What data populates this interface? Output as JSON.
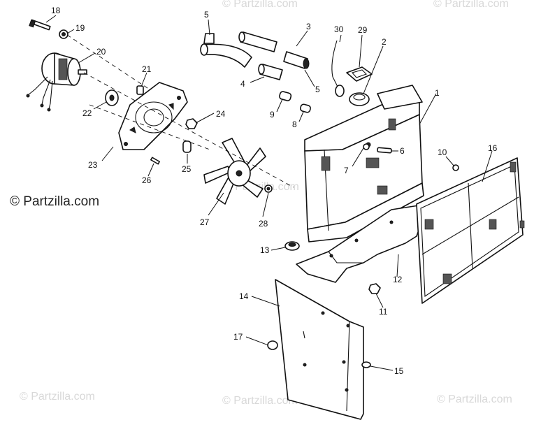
{
  "watermark": {
    "main": "© Partzilla.com",
    "faint": "© Partzilla.com"
  },
  "callouts": {
    "p1": "1",
    "p2": "2",
    "p3": "3",
    "p4": "4",
    "p5a": "5",
    "p5b": "5",
    "p6": "6",
    "p7": "7",
    "p8": "8",
    "p9": "9",
    "p10": "10",
    "p11": "11",
    "p12": "12",
    "p13": "13",
    "p14": "14",
    "p15": "15",
    "p16": "16",
    "p17": "17",
    "p18": "18",
    "p19": "19",
    "p20": "20",
    "p21": "21",
    "p22": "22",
    "p23": "23",
    "p24": "24",
    "p25": "25",
    "p26": "26",
    "p27": "27",
    "p28": "28",
    "p29": "29",
    "p30": "30"
  }
}
